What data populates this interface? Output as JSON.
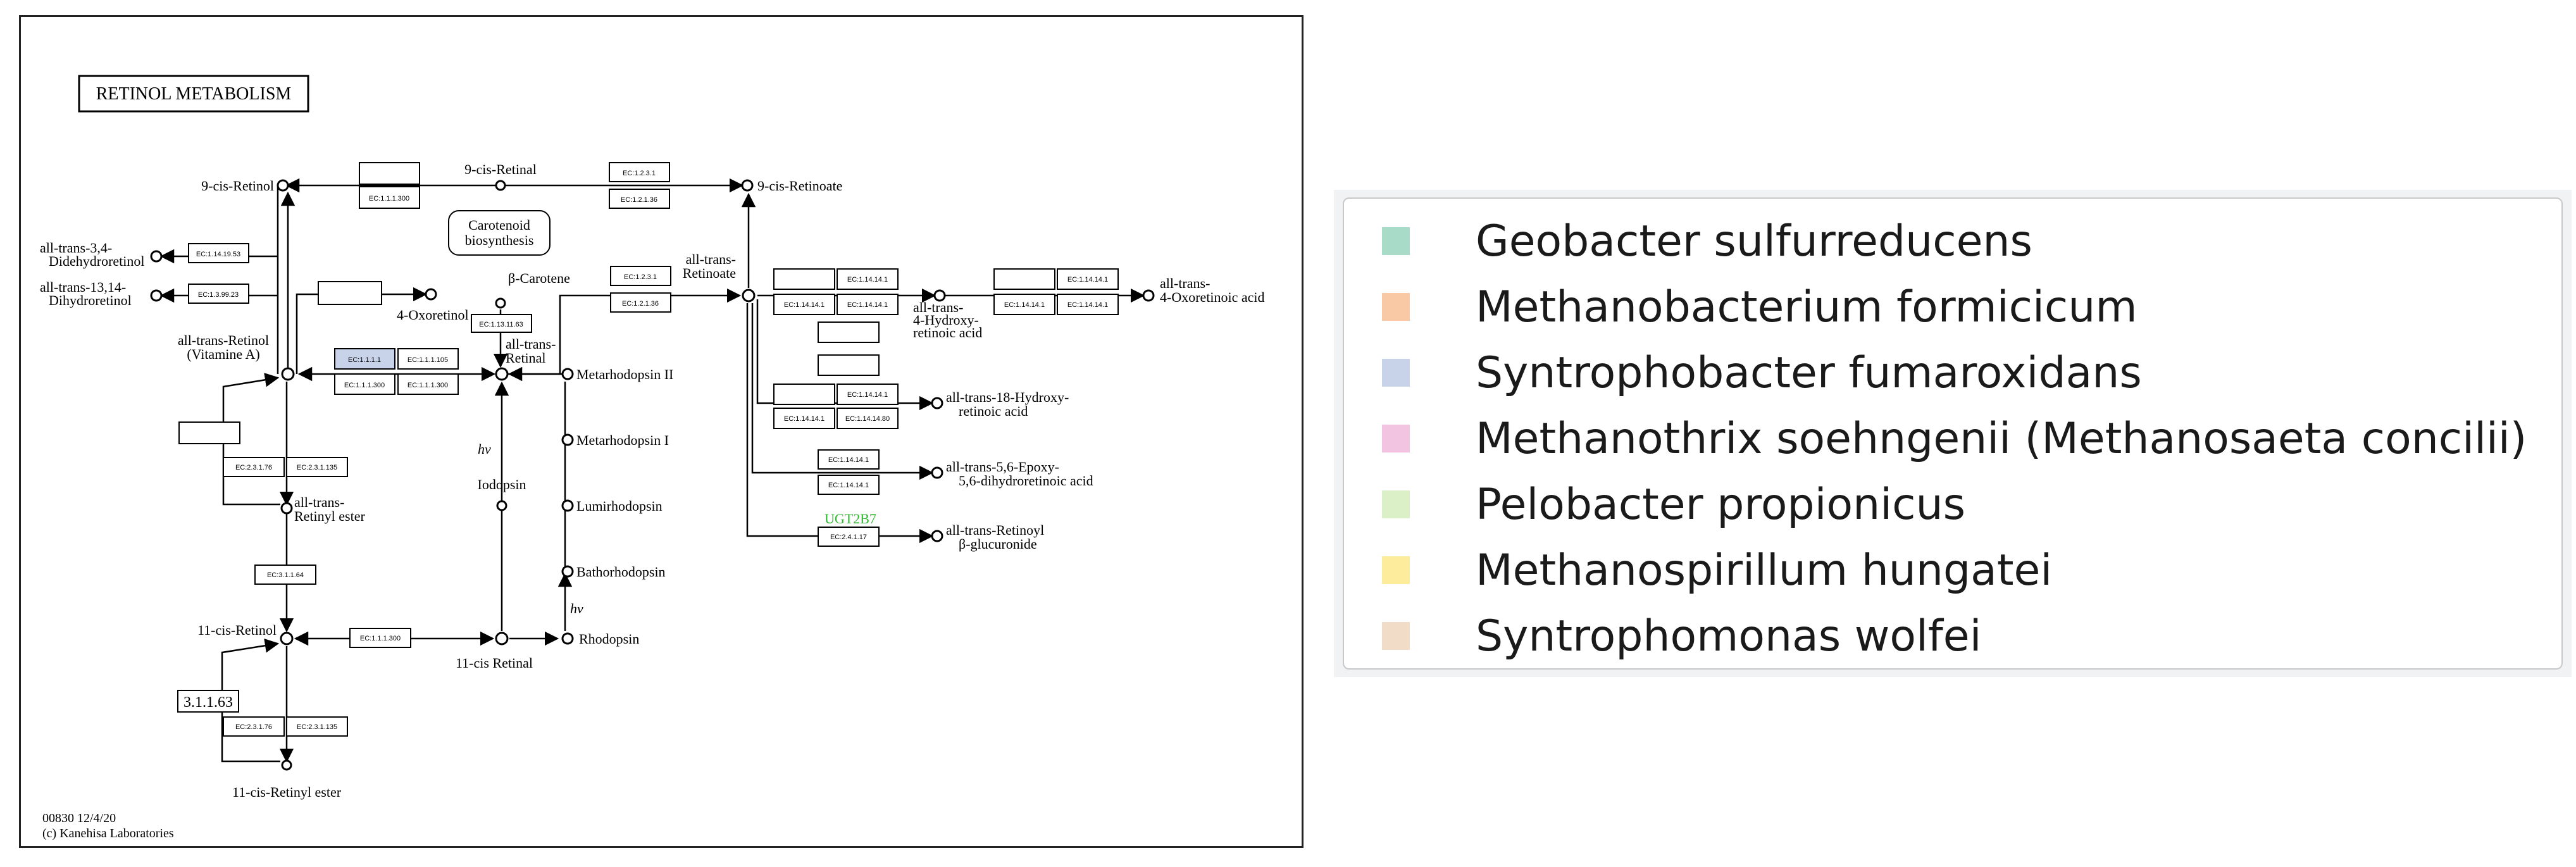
{
  "map": {
    "title": "RETINOL METABOLISM",
    "map_id": "00830 12/4/20",
    "copyright": "(c) Kanehisa Laboratories",
    "compounds": {
      "cis9_retinol": "9-cis-Retinol",
      "cis9_retinal": "9-cis-Retinal",
      "cis9_retinoate": "9-cis-Retinoate",
      "didehydro_1": "all-trans-3,4-",
      "didehydro_2": "Didehydroretinol",
      "dihydro_1": "all-trans-13,14-",
      "dihydro_2": "Dihydroretinol",
      "oxoretinol": "4-Oxoretinol",
      "carotenoid_1": "Carotenoid",
      "carotenoid_2": "biosynthesis",
      "beta_carotene": "β-Carotene",
      "retinoate_1": "all-trans-",
      "retinoate_2": "Retinoate",
      "oxoretinoic_1": "all-trans-",
      "oxoretinoic_2": "4-Oxoretinoic acid",
      "hydroxy4_1": "all-trans-",
      "hydroxy4_2": "4-Hydroxy-",
      "hydroxy4_3": "retinoic acid",
      "retinol_a_1": "all-trans-Retinol",
      "retinol_a_2": "(Vitamine A)",
      "retinal_1": "all-trans-",
      "retinal_2": "Retinal",
      "metarhodopsin2": "Metarhodopsin II",
      "metarhodopsin1": "Metarhodopsin I",
      "lumirhodopsin": "Lumirhodopsin",
      "bathorhodopsin": "Bathorhodopsin",
      "rhodopsin": "Rhodopsin",
      "iodopsin": "Iodopsin",
      "hv1": "hv",
      "hv2": "hv",
      "hydroxy18_1": "all-trans-18-Hydroxy-",
      "hydroxy18_2": "retinoic acid",
      "epoxy_1": "all-trans-5,6-Epoxy-",
      "epoxy_2": "5,6-dihydroretinoic acid",
      "retinyl_ester_1": "all-trans-",
      "retinyl_ester_2": "Retinyl ester",
      "glucuronide_1": "all-trans-Retinoyl",
      "glucuronide_2": "β-glucuronide",
      "cis11_retinol": "11-cis-Retinol",
      "cis11_retinal": "11-cis Retinal",
      "cis11_ester": "11-cis-Retinyl ester",
      "ec_31163": "3.1.1.63"
    },
    "enzymes": {
      "e1": "EC:1.1.1.300",
      "e2": "EC:1.2.3.1",
      "e3": "EC:1.2.1.36",
      "e4": "EC:1.14.19.53",
      "e5": "EC:1.3.99.23",
      "e6": "EC:1.13.11.63",
      "e7": "EC:1.1.1.1",
      "e8": "EC:1.1.1.105",
      "e9": "EC:1.1.1.300",
      "e10": "EC:1.1.1.300",
      "e11": "EC:1.2.3.1",
      "e12": "EC:1.2.1.36",
      "e13": "EC:1.14.14.1",
      "e14": "EC:1.14.14.1",
      "e15": "EC:1.14.14.1",
      "e16": "EC:1.14.14.1",
      "e17": "EC:1.14.14.1",
      "e18": "EC:1.14.14.1",
      "e19": "EC:1.14.14.1",
      "e20": "EC:1.14.14.1",
      "e21": "EC:1.14.14.80",
      "e22": "EC:1.14.14.1",
      "e23": "EC:1.14.14.1",
      "e24": "EC:2.3.1.76",
      "e25": "EC:2.3.1.135",
      "e26": "EC:3.1.1.64",
      "e27": "EC:1.1.1.300",
      "e28": "EC:2.3.1.76",
      "e29": "EC:2.3.1.135",
      "e30": "EC:2.4.1.17"
    },
    "gene_ugt": "UGT2B7",
    "colors": {
      "highlight_box": "#c8d2e8",
      "gene_text": "#2db82d",
      "line": "#000000"
    }
  },
  "legend": {
    "items": [
      {
        "label": "Geobacter sulfurreducens",
        "color": "#a8dcc8"
      },
      {
        "label": "Methanobacterium formicicum",
        "color": "#f9c8a4"
      },
      {
        "label": "Syntrophobacter fumaroxidans",
        "color": "#c8d2e8"
      },
      {
        "label": "Methanothrix soehngenii (Methanosaeta concilii)",
        "color": "#f2c4e2"
      },
      {
        "label": "Pelobacter propionicus",
        "color": "#dcf0c8"
      },
      {
        "label": "Methanospirillum hungatei",
        "color": "#fcec9c"
      },
      {
        "label": "Syntrophomonas wolfei",
        "color": "#f1dcc8"
      }
    ]
  }
}
